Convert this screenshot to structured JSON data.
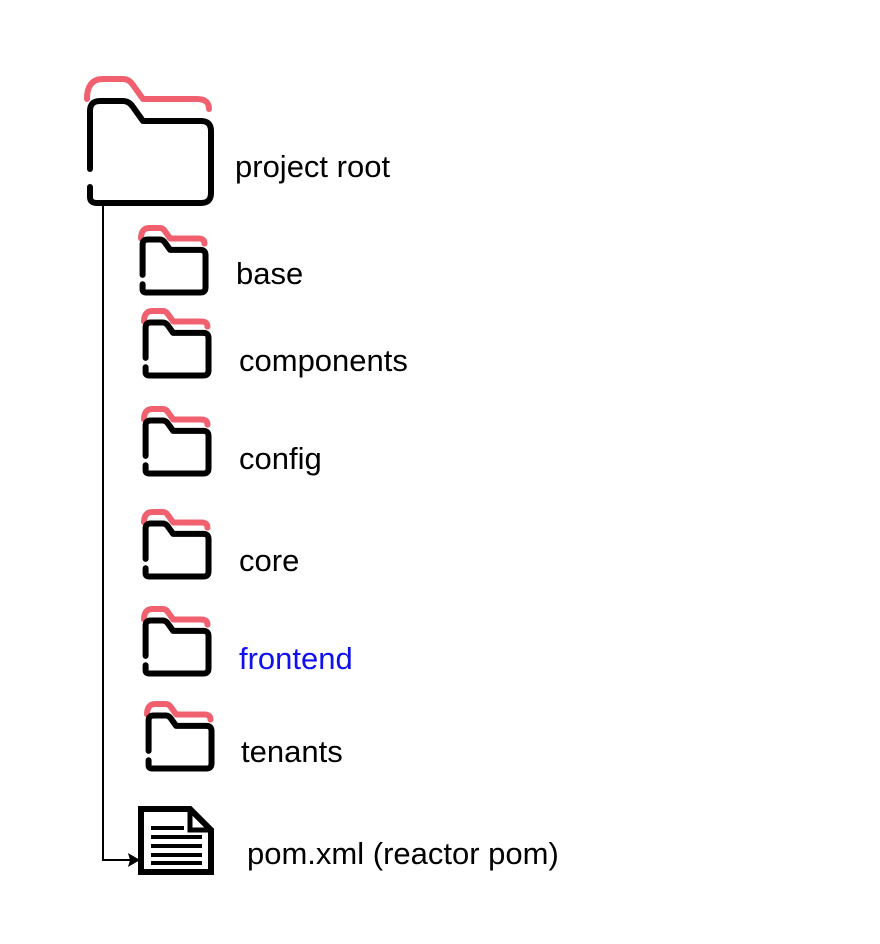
{
  "root": {
    "label": "project root",
    "icon": "folder-icon"
  },
  "items": [
    {
      "label": "base",
      "icon": "folder-icon"
    },
    {
      "label": "components",
      "icon": "folder-icon"
    },
    {
      "label": "config",
      "icon": "folder-icon"
    },
    {
      "label": "core",
      "icon": "folder-icon"
    },
    {
      "label": "frontend",
      "icon": "folder-icon",
      "highlighted": true
    },
    {
      "label": "tenants",
      "icon": "folder-icon"
    }
  ],
  "file": {
    "label": "pom.xml (reactor pom)",
    "icon": "document-icon"
  },
  "colors": {
    "folder_stroke": "#000000",
    "folder_tab_accent": "#f0606f",
    "highlight_text": "#1010ee",
    "text": "#000000"
  }
}
